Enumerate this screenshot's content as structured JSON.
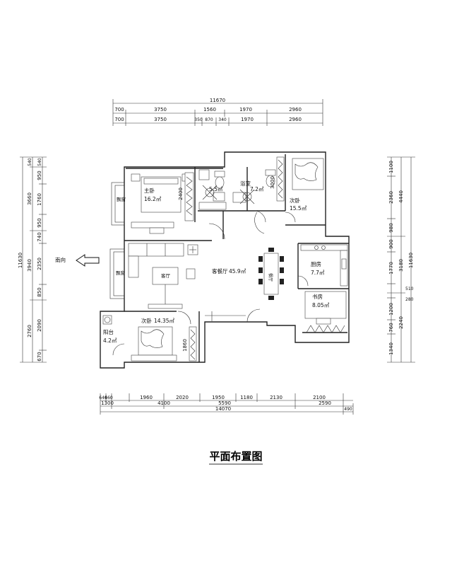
{
  "title": "平面布置图",
  "compass_label": "南向",
  "top_dims": {
    "total": "11670",
    "row1": [
      "700",
      "3750",
      "1560",
      "1970",
      "2960"
    ],
    "row2": [
      "700",
      "3750",
      "350",
      "870",
      "340",
      "1970",
      "2960"
    ]
  },
  "bottom_dims": {
    "row1": [
      "640",
      "660",
      "1960",
      "2020",
      "1950",
      "1180",
      "2130",
      "2100"
    ],
    "row2": [
      "1300",
      "4100",
      "5590",
      "2590"
    ],
    "total": "14070",
    "extra": "490"
  },
  "left_dims": {
    "row1": [
      "540",
      "950",
      "1760",
      "950",
      "740",
      "2350",
      "850",
      "2090",
      "670"
    ],
    "row2": [
      "540",
      "3660",
      "3940",
      "2760"
    ],
    "total": "11630"
  },
  "right_dims": {
    "row1": [
      "1100",
      "2360",
      "980",
      "900",
      "1770",
      "510",
      "280",
      "1200",
      "760",
      "1340"
    ],
    "row2": [
      "4440",
      "3180",
      "2240"
    ],
    "total": "11630"
  },
  "rooms": {
    "master_bed": {
      "name": "主卧",
      "area": "16.2㎡"
    },
    "bath1": {
      "area": "5.5㎡"
    },
    "bath2": {
      "name": "浴室",
      "area": "7.2㎡"
    },
    "second_bed_top": {
      "name": "次卧",
      "area": "15.5㎡"
    },
    "living": {
      "name": "客餐厅",
      "area": "45.9㎡"
    },
    "kitchen": {
      "name": "厨房",
      "area": "7.7㎡"
    },
    "study": {
      "name": "书房",
      "area": "8.05㎡"
    },
    "balcony": {
      "name": "阳台",
      "area": "4.2㎡"
    },
    "second_bed_bottom": {
      "name": "次卧",
      "area": "14.35㎡"
    }
  },
  "labels": {
    "window1": "飘窗",
    "window2": "飘窗",
    "tv_label": "客厅",
    "dining_label": "餐厅",
    "h_2400": "2400",
    "h_3000": "3000",
    "h_1860": "1860"
  }
}
